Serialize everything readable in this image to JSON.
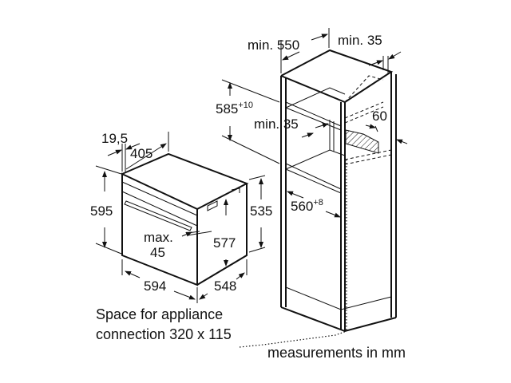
{
  "diagram": {
    "oven": {
      "depth_offset": "19,5",
      "top_depth": "405",
      "height": "595",
      "side_height": "535",
      "max_label": "max.",
      "max_value": "45",
      "inner_height": "577",
      "width": "594",
      "depth": "548"
    },
    "cabinet": {
      "min_depth": "min. 550",
      "min_gap": "min. 35",
      "niche_height": "585",
      "niche_height_tol": "+10",
      "min_shelf_gap": "min. 35",
      "vent": "60",
      "niche_width": "560",
      "niche_width_tol": "+8"
    },
    "notes": {
      "connection_line1": "Space for appliance",
      "connection_line2": "connection 320 x 115",
      "units": "measurements in mm"
    }
  }
}
